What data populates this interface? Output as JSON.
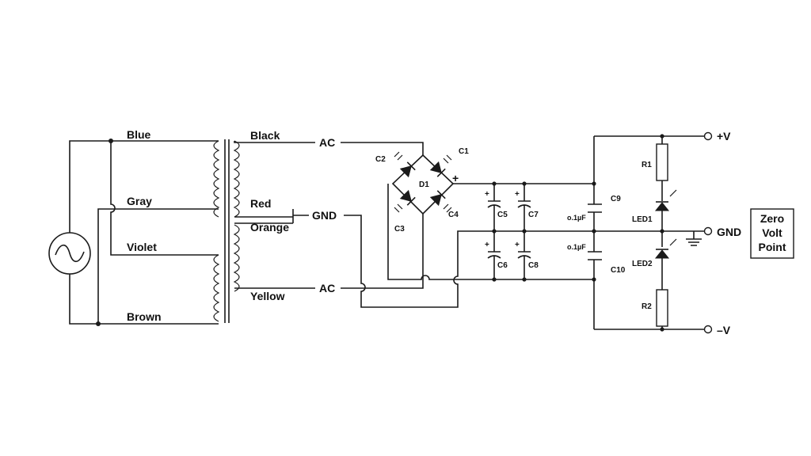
{
  "primary_wires": [
    "Blue",
    "Gray",
    "Violet",
    "Brown"
  ],
  "secondary_wires": [
    "Black",
    "Red",
    "Orange",
    "Yellow"
  ],
  "nets": {
    "ac_top": "AC",
    "gnd": "GND",
    "ac_bottom": "AC"
  },
  "bridge": {
    "name": "D1",
    "caps": [
      "C1",
      "C2",
      "C3",
      "C4"
    ],
    "plus": "+"
  },
  "filter_caps": [
    "C5",
    "C7",
    "C6",
    "C8"
  ],
  "bypass": {
    "top": "C9",
    "bottom": "C10",
    "value": "o.1µF"
  },
  "resistors": [
    "R1",
    "R2"
  ],
  "leds": [
    "LED1",
    "LED2"
  ],
  "outputs": {
    "pos": "+V",
    "gnd": "GND",
    "neg": "–V"
  },
  "box_lines": [
    "Zero",
    "Volt",
    "Point"
  ]
}
